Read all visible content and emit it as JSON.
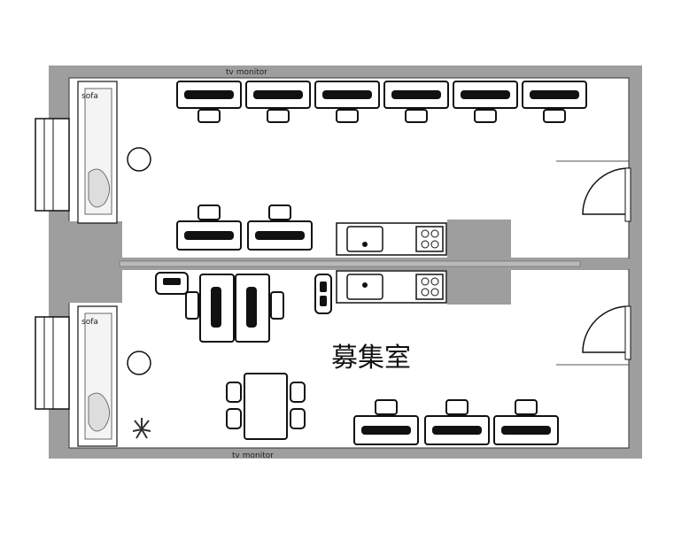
{
  "labels": {
    "top_tv": "tv monitor",
    "bottom_tv": "tv monitor",
    "sofa_top": "sofa",
    "sofa_bottom": "sofa",
    "room_status": "募集室"
  },
  "colors": {
    "wall": "#9e9e9e",
    "outline": "#111111",
    "floor": "#ffffff"
  },
  "icons": [
    "desk-icon",
    "chair-icon",
    "door-icon",
    "sink-icon",
    "stove-icon",
    "plant-icon",
    "round-table-icon",
    "window-icon"
  ]
}
